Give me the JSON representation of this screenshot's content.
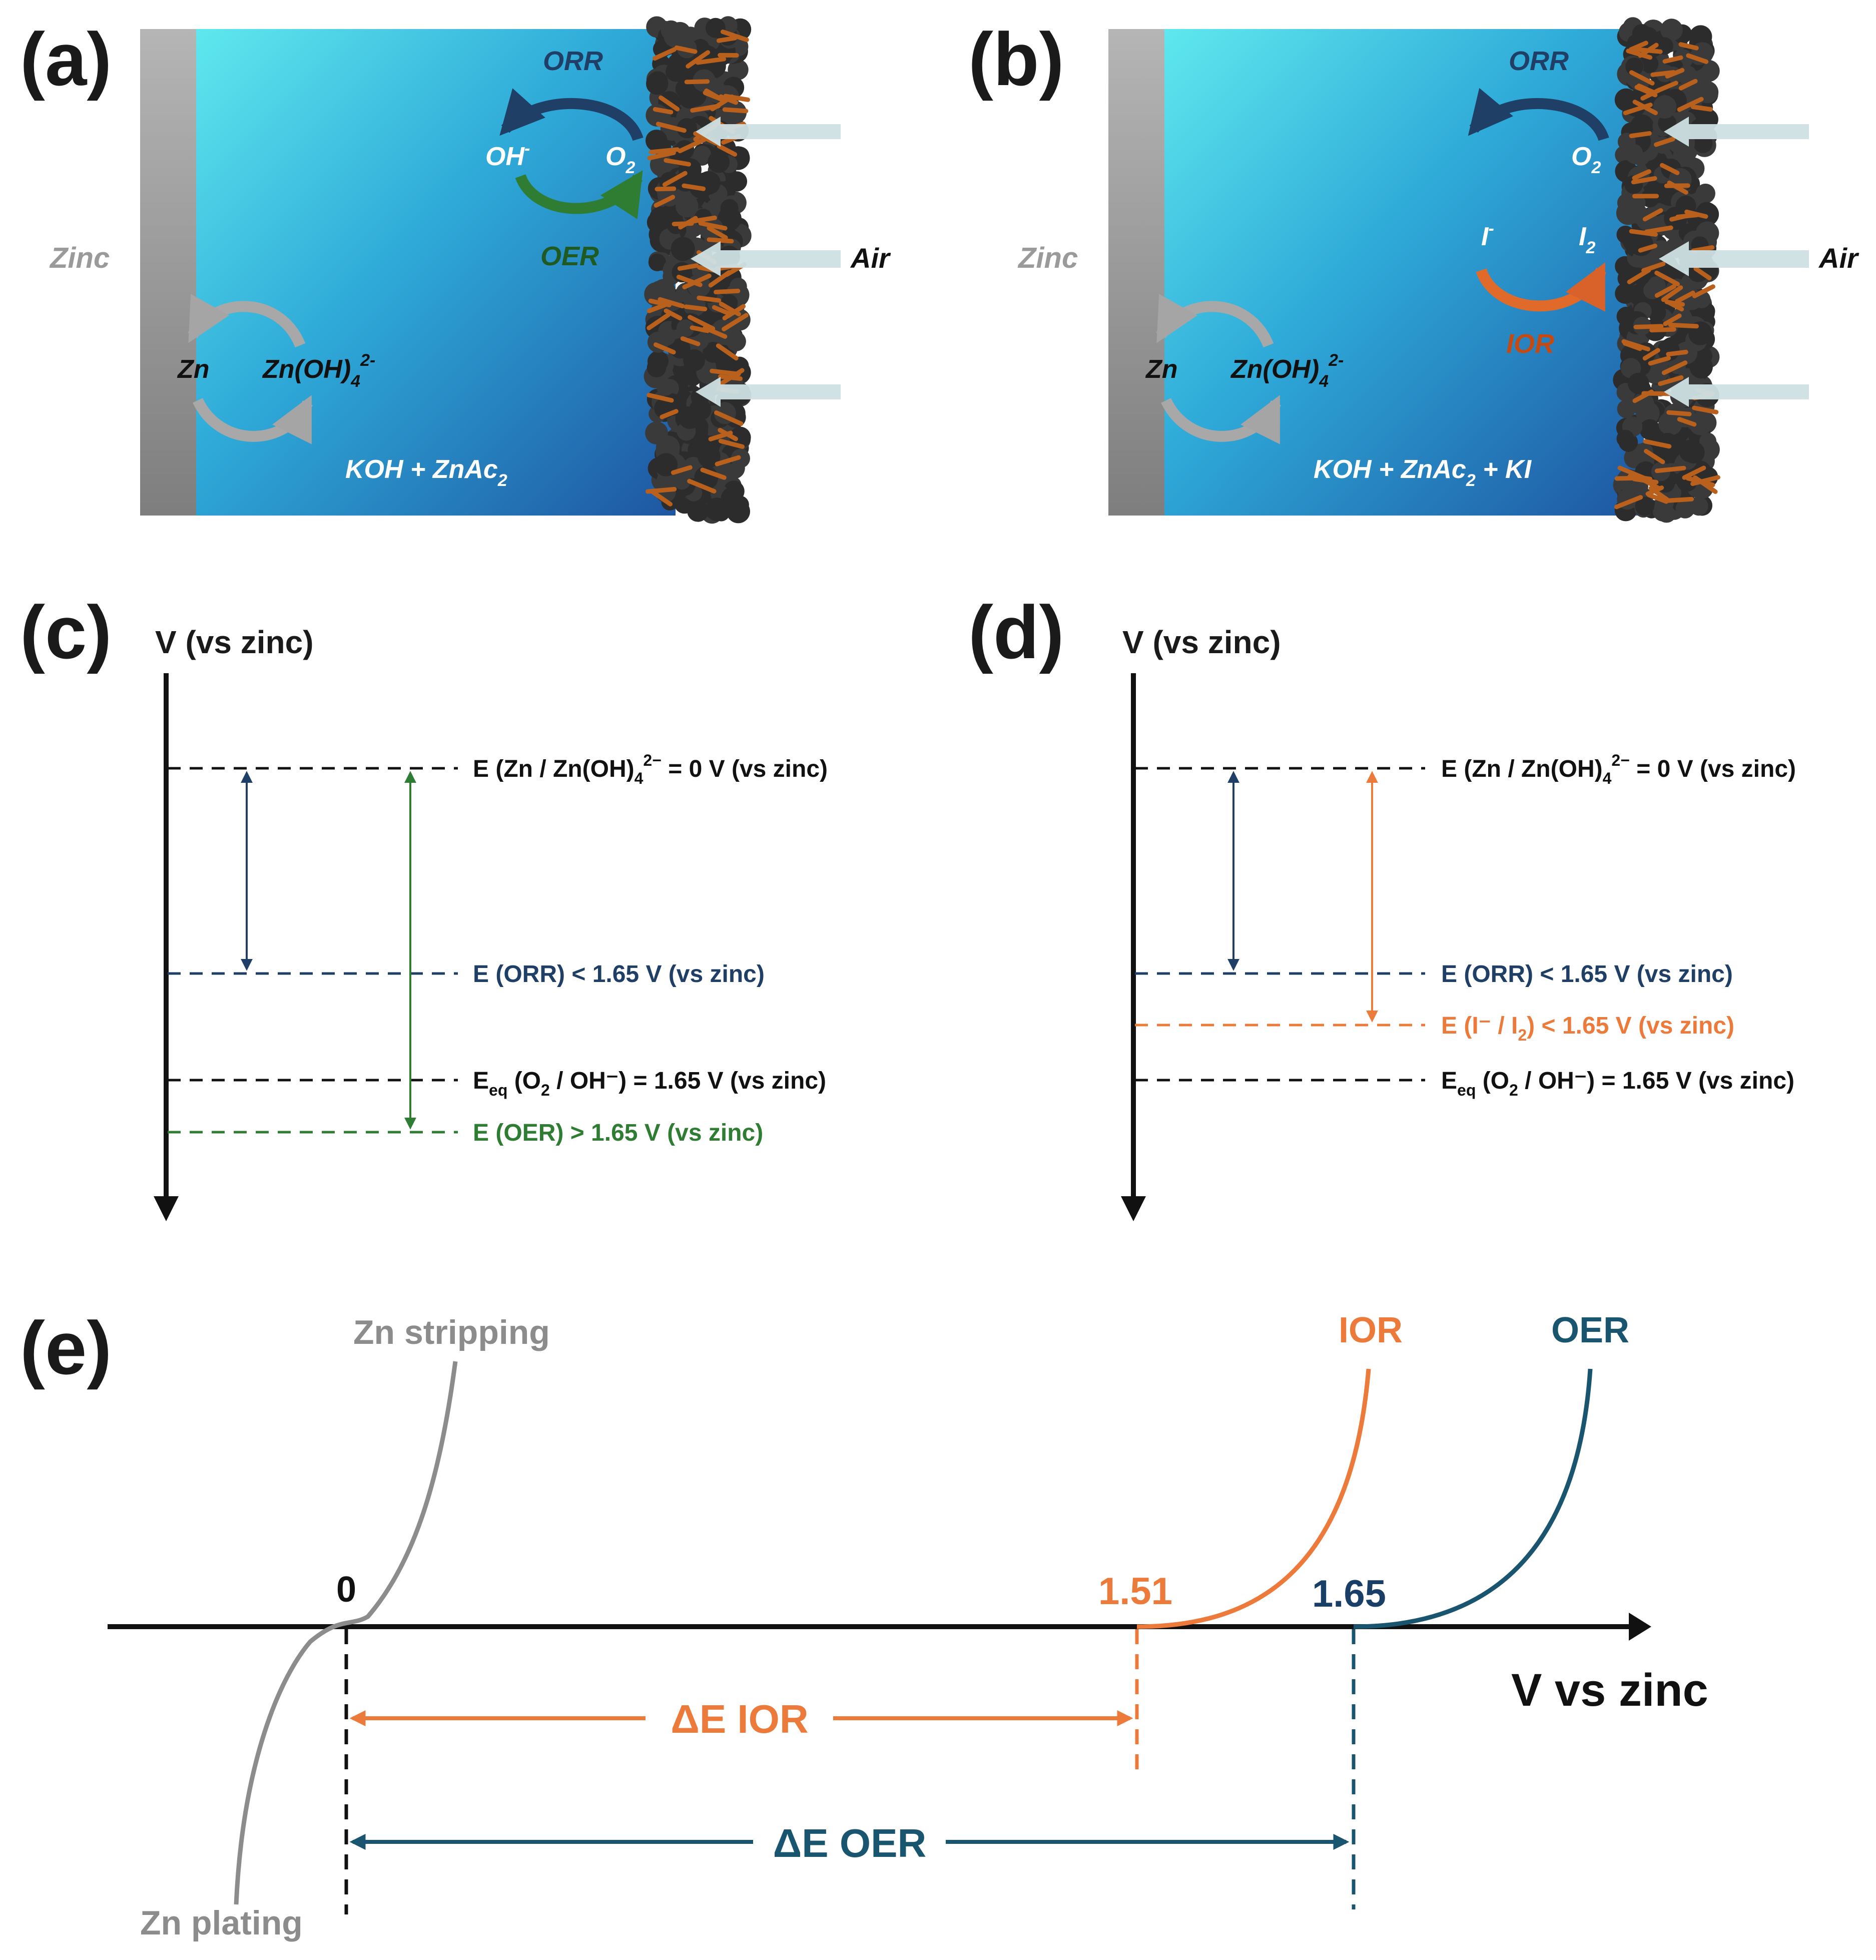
{
  "panel_labels": {
    "a": "(a)",
    "b": "(b)",
    "c": "(c)",
    "d": "(d)",
    "e": "(e)"
  },
  "panel_a": {
    "zinc": "Zinc",
    "orr": "ORR",
    "oer": "OER",
    "oh": "OH",
    "oh_sup": "-",
    "o2": "O",
    "o2_sub": "2",
    "air": "Air",
    "zn": "Zn",
    "znoh_base": "Zn(OH)",
    "znoh_sub": "4",
    "znoh_sup": "2-",
    "electrolyte_base": "KOH + ZnAc",
    "electrolyte_sub": "2"
  },
  "panel_b": {
    "zinc": "Zinc",
    "orr": "ORR",
    "ior": "IOR",
    "o2": "O",
    "o2_sub": "2",
    "i_minus": "I",
    "i_minus_sup": "-",
    "i2": "I",
    "i2_sub": "2",
    "air": "Air",
    "zn": "Zn",
    "znoh_base": "Zn(OH)",
    "znoh_sub": "4",
    "znoh_sup": "2-",
    "electrolyte_base": "KOH + ZnAc",
    "electrolyte_sub": "2",
    "electrolyte_tail": " + KI"
  },
  "panel_c": {
    "axis_label": "V (vs zinc)",
    "zn_a": "E (Zn / Zn(OH)",
    "zn_sub": "4",
    "zn_sup": "2−",
    "zn_b": " = 0 V (vs zinc)",
    "orr": "E (ORR) < 1.65 V (vs zinc)",
    "eq_e": "E",
    "eq_sub": "eq",
    "eq_a": " (O",
    "eq_sub2": "2",
    "eq_b": " / OH⁻) = 1.65 V (vs zinc)",
    "oer": "E (OER) > 1.65 V (vs zinc)"
  },
  "panel_d": {
    "axis_label": "V (vs zinc)",
    "zn_a": "E (Zn / Zn(OH)",
    "zn_sub": "4",
    "zn_sup": "2−",
    "zn_b": " = 0 V (vs zinc)",
    "orr": "E (ORR) < 1.65 V (vs zinc)",
    "ior_a": "E (I⁻ / I",
    "ior_sub": "2",
    "ior_b": ") < 1.65 V (vs zinc)",
    "eq_e": "E",
    "eq_sub": "eq",
    "eq_a": " (O",
    "eq_sub2": "2",
    "eq_b": " / OH⁻) = 1.65 V (vs zinc)"
  },
  "panel_e": {
    "axis_label": "V vs zinc",
    "zn_stripping": "Zn stripping",
    "zn_plating": "Zn plating",
    "ior": "IOR",
    "oer": "OER",
    "tick_0": "0",
    "tick_ior": "1.51",
    "tick_oer": "1.65",
    "delta_ior": "ΔE IOR",
    "delta_oer": "ΔE OER",
    "onset_values": {
      "zn": 0,
      "ior": 1.51,
      "oer": 1.65
    }
  },
  "colors": {
    "orr_blue": "#1f3f66",
    "oer_green": "#2e7d32",
    "ior_orange": "#ec7a3a",
    "oer_teal": "#1a5570",
    "gray": "#8c8c8c",
    "electrolyte_light": "#5fe6ee",
    "electrolyte_dark": "#1f5aa6",
    "zinc_plate": "#9a9a9a"
  }
}
